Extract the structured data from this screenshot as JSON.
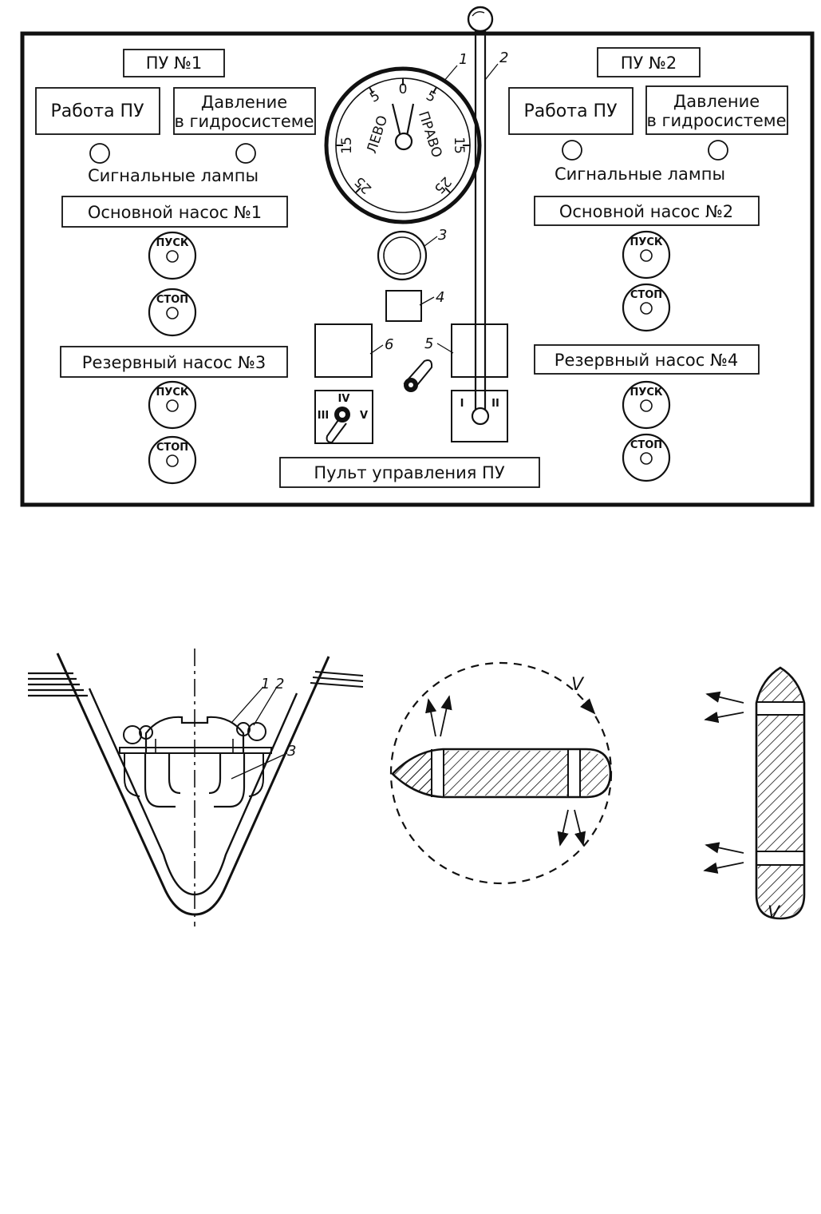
{
  "panel": {
    "pu1_title": "ПУ №1",
    "pu2_title": "ПУ №2",
    "work_pu": "Работа ПУ",
    "pressure_line1": "Давление",
    "pressure_line2": "в гидросистеме",
    "signal_lamps": "Сигнальные лампы",
    "main_pump_1": "Основной насос №1",
    "main_pump_2": "Основной насос №2",
    "reserve_pump_3": "Резервный насос №3",
    "reserve_pump_4": "Резервный насос №4",
    "start": "ПУСК",
    "stop": "СТОП",
    "console_title": "Пульт управления ПУ",
    "dial": {
      "left": "ЛЕВО",
      "right": "ПРАВО",
      "ticks": [
        "25",
        "15",
        "5",
        "0",
        "5",
        "15",
        "25"
      ]
    },
    "selector_left": {
      "top": "IV",
      "left": "III",
      "right": "V"
    },
    "selector_right": {
      "left": "I",
      "right": "II"
    },
    "callouts": [
      "1",
      "2",
      "3",
      "4",
      "5",
      "6"
    ]
  },
  "hull": {
    "callouts": [
      "1",
      "2",
      "3"
    ]
  },
  "rotation": {
    "speed_label": "V"
  },
  "translation": {
    "speed_label": "V"
  }
}
